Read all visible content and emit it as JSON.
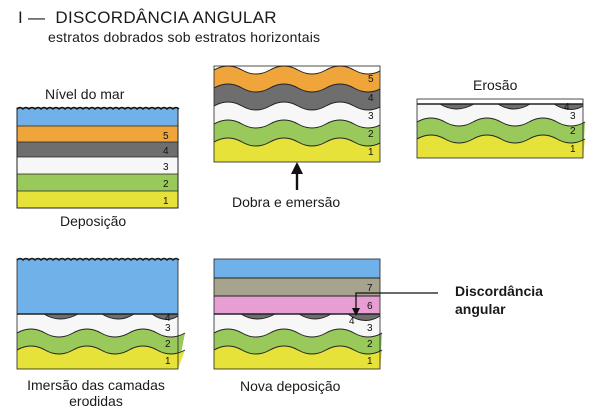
{
  "header": {
    "section_marker": "I —",
    "title": "DISCORDÂNCIA ANGULAR",
    "subtitle": "estratos dobrados sob estratos horizontais"
  },
  "colors": {
    "sea": "#6fb1e8",
    "layer1": "#e6e23a",
    "layer2": "#98c95a",
    "layer3": "#f7f7f7",
    "layer4": "#6e6e6e",
    "layer5": "#f0a53b",
    "layer6": "#e79ed3",
    "layer7": "#a6a48e"
  },
  "panels": [
    {
      "id": "deposition",
      "label_above": "Nível do mar",
      "label_below": "Deposição",
      "layer_numbers": [
        "5",
        "4",
        "3",
        "2",
        "1"
      ]
    },
    {
      "id": "folding",
      "label_below": "Dobra e emersão",
      "layer_numbers": [
        "5",
        "4",
        "3",
        "2",
        "1"
      ]
    },
    {
      "id": "erosion",
      "label_above": "Erosão",
      "layer_numbers": [
        "4",
        "3",
        "2",
        "1"
      ]
    },
    {
      "id": "immersion",
      "label_below_lines": [
        "Imersão das camadas",
        "erodidas"
      ],
      "layer_numbers": [
        "4",
        "3",
        "2",
        "1"
      ]
    },
    {
      "id": "new-deposition",
      "label_below": "Nova deposição",
      "layer_numbers": [
        "7",
        "6",
        "4",
        "3",
        "2",
        "1"
      ]
    }
  ],
  "callout": {
    "lines": [
      "Discordância",
      "angular"
    ]
  }
}
